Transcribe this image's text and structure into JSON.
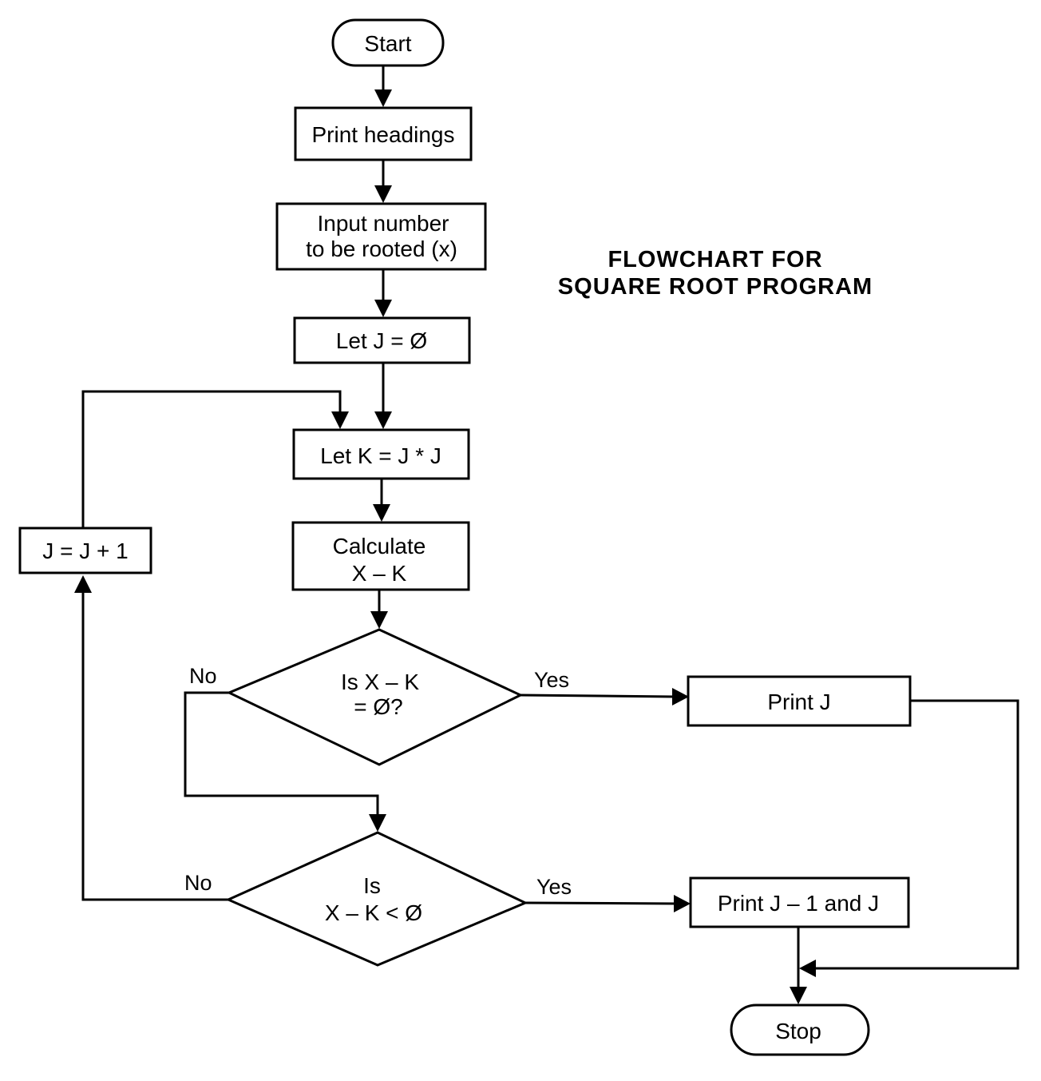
{
  "title": {
    "line1": "FLOWCHART FOR",
    "line2": "SQUARE ROOT PROGRAM"
  },
  "nodes": {
    "start": {
      "type": "terminal",
      "lines": [
        "Start"
      ]
    },
    "print_headings": {
      "type": "process",
      "lines": [
        "Print headings"
      ]
    },
    "input_number": {
      "type": "process",
      "lines": [
        "Input number",
        "to be rooted (x)"
      ]
    },
    "let_j": {
      "type": "process",
      "lines": [
        "Let J = Ø"
      ]
    },
    "let_k": {
      "type": "process",
      "lines": [
        "Let K = J * J"
      ]
    },
    "calculate": {
      "type": "process",
      "lines": [
        "Calculate",
        "X – K"
      ]
    },
    "decision_equal": {
      "type": "decision",
      "lines": [
        "Is X – K",
        "= Ø?"
      ]
    },
    "print_j": {
      "type": "process",
      "lines": [
        "Print J"
      ]
    },
    "decision_less": {
      "type": "decision",
      "lines": [
        "Is",
        "X – K < Ø"
      ]
    },
    "print_j1_j": {
      "type": "process",
      "lines": [
        "Print J – 1 and J"
      ]
    },
    "increment_j": {
      "type": "process",
      "lines": [
        "J = J + 1"
      ]
    },
    "stop": {
      "type": "terminal",
      "lines": [
        "Stop"
      ]
    }
  },
  "edges": [
    {
      "from": "start",
      "to": "print_headings",
      "label": ""
    },
    {
      "from": "print_headings",
      "to": "input_number",
      "label": ""
    },
    {
      "from": "input_number",
      "to": "let_j",
      "label": ""
    },
    {
      "from": "let_j",
      "to": "let_k",
      "label": ""
    },
    {
      "from": "let_k",
      "to": "calculate",
      "label": ""
    },
    {
      "from": "calculate",
      "to": "decision_equal",
      "label": ""
    },
    {
      "from": "decision_equal",
      "to": "print_j",
      "label": "Yes"
    },
    {
      "from": "decision_equal",
      "to": "decision_less",
      "label": "No"
    },
    {
      "from": "decision_less",
      "to": "print_j1_j",
      "label": "Yes"
    },
    {
      "from": "decision_less",
      "to": "increment_j",
      "label": "No"
    },
    {
      "from": "increment_j",
      "to": "let_k",
      "label": ""
    },
    {
      "from": "print_j",
      "to": "stop",
      "label": ""
    },
    {
      "from": "print_j1_j",
      "to": "stop",
      "label": ""
    }
  ],
  "edge_labels": {
    "eq_yes": "Yes",
    "eq_no": "No",
    "lt_yes": "Yes",
    "lt_no": "No"
  }
}
